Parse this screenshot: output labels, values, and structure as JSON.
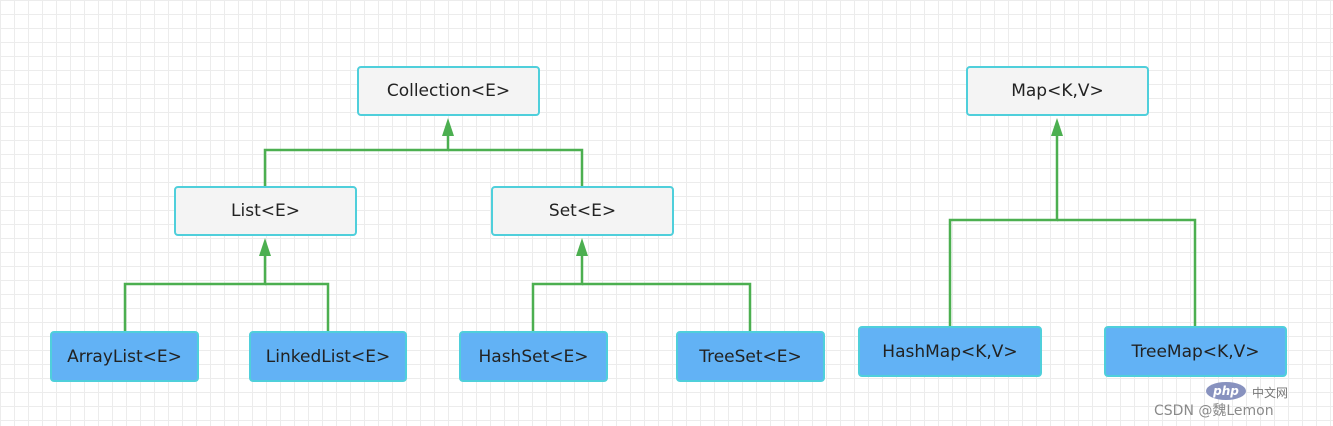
{
  "colors": {
    "edge": "#4caf50",
    "node_border": "#4fcfdb",
    "abstract_fill": "#f4f4f4",
    "concrete_fill": "#62b2f5"
  },
  "nodes": {
    "collection": "Collection<E>",
    "list": "List<E>",
    "set": "Set<E>",
    "arraylist": "ArrayList<E>",
    "linkedlist": "LinkedList<E>",
    "hashset": "HashSet<E>",
    "treeset": "TreeSet<E>",
    "map": "Map<K,V>",
    "hashmap": "HashMap<K,V>",
    "treemap": "TreeMap<K,V>"
  },
  "edges": [
    {
      "from": "list",
      "to": "collection"
    },
    {
      "from": "set",
      "to": "collection"
    },
    {
      "from": "arraylist",
      "to": "list"
    },
    {
      "from": "linkedlist",
      "to": "list"
    },
    {
      "from": "hashset",
      "to": "set"
    },
    {
      "from": "treeset",
      "to": "set"
    },
    {
      "from": "hashmap",
      "to": "map"
    },
    {
      "from": "treemap",
      "to": "map"
    }
  ],
  "watermark": {
    "logo": "php",
    "site": "中文网",
    "author": "CSDN @魏Lemon"
  }
}
